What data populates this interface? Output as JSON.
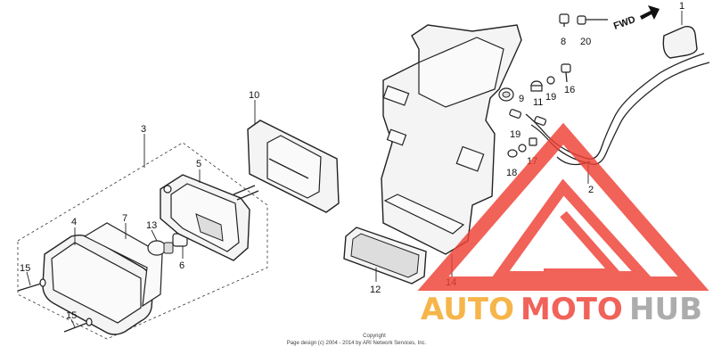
{
  "callouts": {
    "c1": "1",
    "c2": "2",
    "c3": "3",
    "c4": "4",
    "c5": "5",
    "c6": "6",
    "c7": "7",
    "c8": "8",
    "c9": "9",
    "c10": "10",
    "c11": "11",
    "c12": "12",
    "c13": "13",
    "c14": "14",
    "c15a": "15",
    "c15b": "15",
    "c16": "16",
    "c17": "17",
    "c18": "18",
    "c19a": "19",
    "c19b": "19",
    "c20": "20"
  },
  "direction_label": "FWD",
  "copyright": {
    "line1": "Copyright",
    "line2": "Page design (c) 2004 - 2014 by ARI Network Services, Inc."
  },
  "watermark": {
    "part1": "AUTO",
    "part2": "MOTO",
    "part3": "HUB",
    "color_orange": "#f5a623",
    "color_red": "#ee4035",
    "color_gray": "#9b9b9b"
  }
}
